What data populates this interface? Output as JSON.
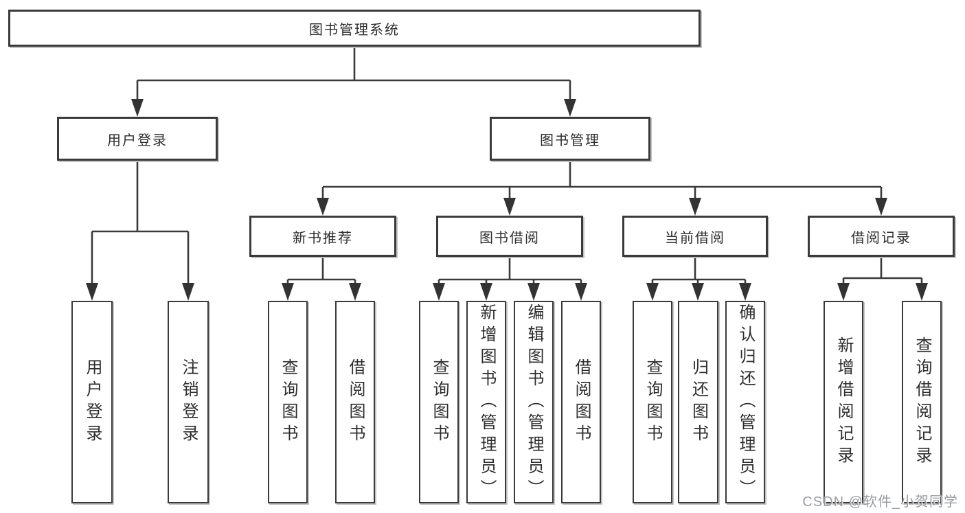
{
  "tree": {
    "label": "图书管理系统",
    "children": [
      {
        "label": "用户登录",
        "children": [
          {
            "label": "用户登录"
          },
          {
            "label": "注销登录"
          }
        ]
      },
      {
        "label": "图书管理",
        "children": [
          {
            "label": "新书推荐",
            "children": [
              {
                "label": "查询图书"
              },
              {
                "label": "借阅图书"
              }
            ]
          },
          {
            "label": "图书借阅",
            "children": [
              {
                "label": "查询图书"
              },
              {
                "label": "新增图书（管理员）"
              },
              {
                "label": "编辑图书（管理员）"
              },
              {
                "label": "借阅图书"
              }
            ]
          },
          {
            "label": "当前借阅",
            "children": [
              {
                "label": "查询图书"
              },
              {
                "label": "归还图书"
              },
              {
                "label": "确认归还（管理员）"
              }
            ]
          },
          {
            "label": "借阅记录",
            "children": [
              {
                "label": "新增借阅记录"
              },
              {
                "label": "查询借阅记录"
              }
            ]
          }
        ]
      }
    ]
  },
  "watermark": {
    "text": "CSDN @软件_小贺同学",
    "color": "#979ca1"
  },
  "colors": {
    "line": "#3a3a3a",
    "box_border": "#3a3a3a",
    "box_fill": "#ffffff",
    "text": "#2d2d2d",
    "background": "#ffffff"
  }
}
